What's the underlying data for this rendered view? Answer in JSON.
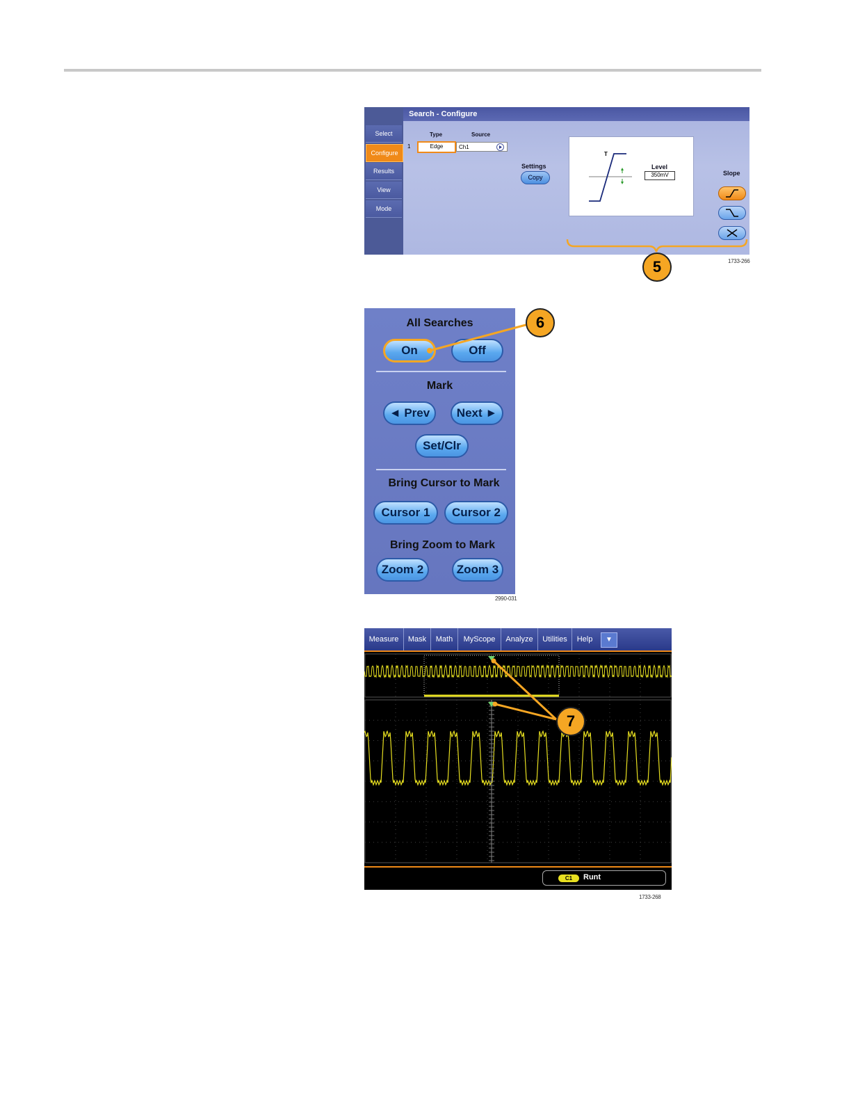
{
  "figures": {
    "search_configure_id": "1733-266",
    "all_searches_id": "2990-031",
    "scope_display_id": "1733-268"
  },
  "search_configure": {
    "title": "Search - Configure",
    "tabs": [
      "Select",
      "Configure",
      "Results",
      "View",
      "Mode"
    ],
    "active_tab": "Configure",
    "table": {
      "headers": [
        "Type",
        "Source"
      ],
      "row_index": "1",
      "type_value": "Edge",
      "source_value": "Ch1"
    },
    "settings_label": "Settings",
    "copy_button": "Copy",
    "preview_trigger_label": "T",
    "level_label": "Level",
    "level_value": "350mV",
    "slope_label": "Slope",
    "slope_options": [
      "rising-edge-icon",
      "falling-edge-icon",
      "either-edge-icon"
    ],
    "slope_selected": "rising-edge-icon"
  },
  "all_searches": {
    "title": "All Searches",
    "on_button": "On",
    "off_button": "Off",
    "selected": "On",
    "mark_label": "Mark",
    "prev_button": "◄ Prev",
    "next_button": "Next ►",
    "setclr_button": "Set/Clr",
    "cursor_label": "Bring Cursor to Mark",
    "cursor1_button": "Cursor 1",
    "cursor2_button": "Cursor 2",
    "zoom_label": "Bring Zoom to Mark",
    "zoom2_button": "Zoom 2",
    "zoom3_button": "Zoom 3"
  },
  "scope": {
    "menu": [
      "Measure",
      "Mask",
      "Math",
      "MyScope",
      "Analyze",
      "Utilities",
      "Help"
    ],
    "menu_dropdown": "▼",
    "channel_badge": "C1",
    "status": "Runt",
    "waveform_color": "#e8e020",
    "accent_orange": "#f08a18"
  },
  "callouts": {
    "five": "5",
    "six": "6",
    "seven": "7"
  }
}
